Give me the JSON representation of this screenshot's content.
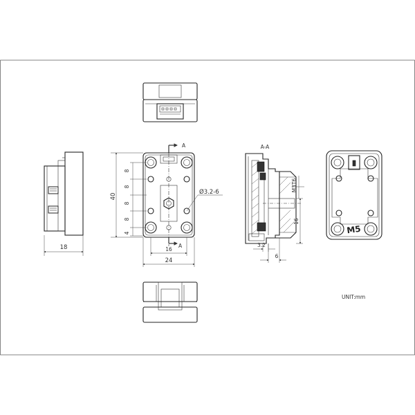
{
  "drawing": {
    "section_label": "A-A",
    "section_marker": "A",
    "unit_note": "UNIT:mm",
    "logo_text": "M5",
    "front_view": {
      "pitch_labels": [
        "8",
        "8",
        "8",
        "8",
        "4"
      ],
      "height_label": "40",
      "width_label": "24",
      "inner_width_label": "16",
      "hole_callout": "Ø3.2-6"
    },
    "side_view": {
      "depth_label": "18"
    },
    "section_view": {
      "thread_callout": "M3T6",
      "height_label": "16",
      "offset_label_1": "3.2",
      "offset_label_2": "6"
    }
  }
}
